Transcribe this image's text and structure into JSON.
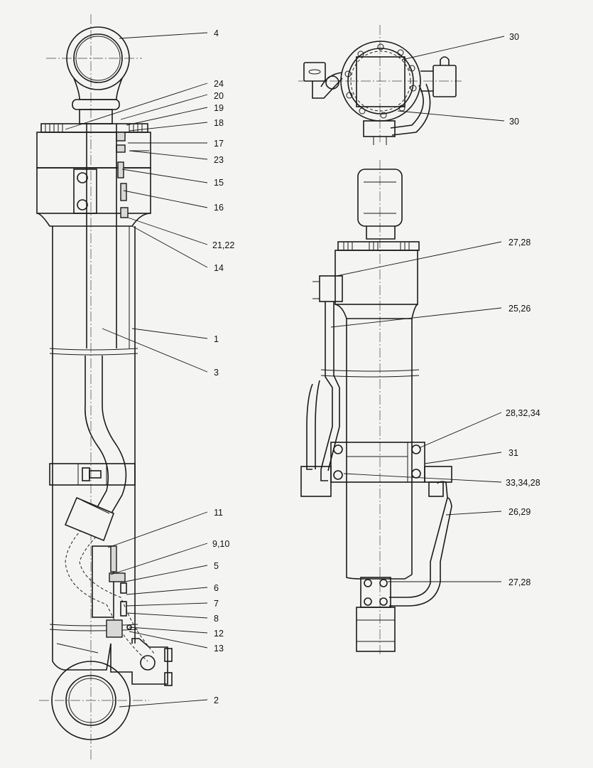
{
  "callouts": [
    {
      "id": "c4",
      "text": "4"
    },
    {
      "id": "c24",
      "text": "24"
    },
    {
      "id": "c20",
      "text": "20"
    },
    {
      "id": "c19",
      "text": "19"
    },
    {
      "id": "c18",
      "text": "18"
    },
    {
      "id": "c17",
      "text": "17"
    },
    {
      "id": "c23",
      "text": "23"
    },
    {
      "id": "c15",
      "text": "15"
    },
    {
      "id": "c16",
      "text": "16"
    },
    {
      "id": "c21",
      "text": "21,22"
    },
    {
      "id": "c14",
      "text": "14"
    },
    {
      "id": "c1",
      "text": "1"
    },
    {
      "id": "c3",
      "text": "3"
    },
    {
      "id": "c11",
      "text": "11"
    },
    {
      "id": "c9",
      "text": "9,10"
    },
    {
      "id": "c5",
      "text": "5"
    },
    {
      "id": "c6",
      "text": "6"
    },
    {
      "id": "c7",
      "text": "7"
    },
    {
      "id": "c8",
      "text": "8"
    },
    {
      "id": "c12",
      "text": "12"
    },
    {
      "id": "c13",
      "text": "13"
    },
    {
      "id": "c2",
      "text": "2"
    },
    {
      "id": "c30a",
      "text": "30"
    },
    {
      "id": "c30b",
      "text": "30"
    },
    {
      "id": "c27a",
      "text": "27,28"
    },
    {
      "id": "c25",
      "text": "25,26"
    },
    {
      "id": "c28",
      "text": "28,32,34"
    },
    {
      "id": "c31",
      "text": "31"
    },
    {
      "id": "c33",
      "text": "33,34,28"
    },
    {
      "id": "c26",
      "text": "26,29"
    },
    {
      "id": "c27b",
      "text": "27,28"
    }
  ]
}
